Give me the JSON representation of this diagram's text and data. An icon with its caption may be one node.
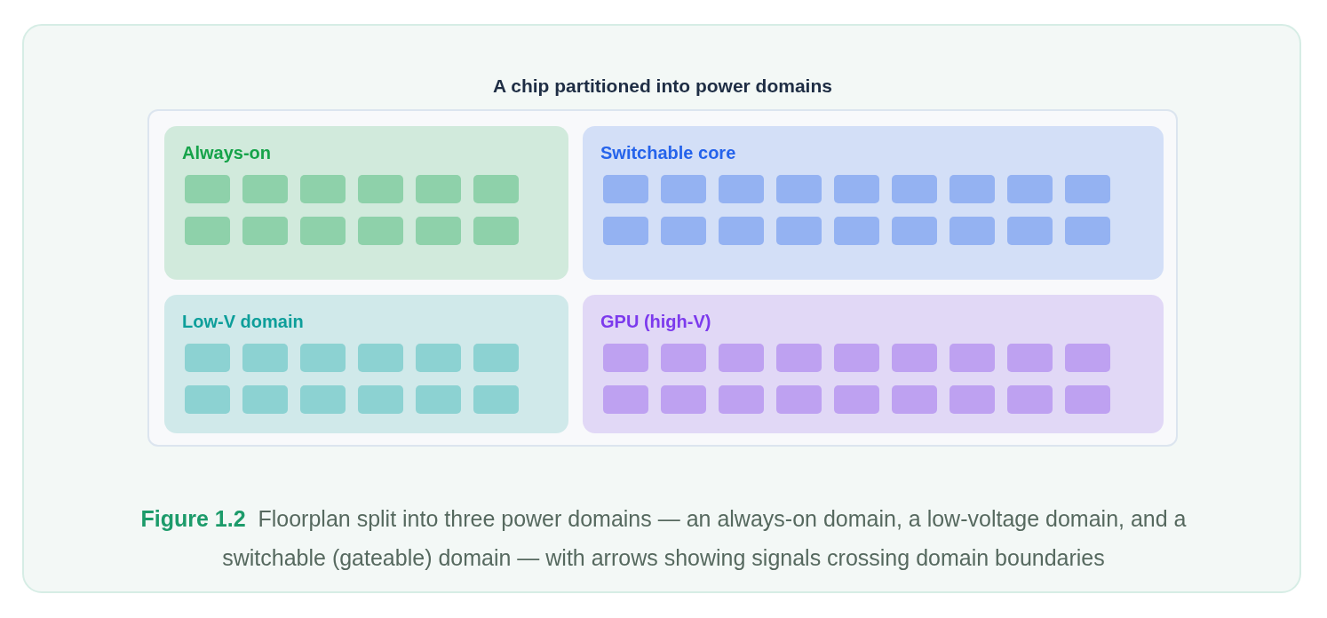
{
  "diagram": {
    "caption": "**Figure 1.2**  Floorplan split into three power domains — an always-on domain, a low-voltage domain, and a switchable (gateable) domain — with arrows showing signals crossing domain boundaries",
    "nodes": [
      {
        "text": [
          "A chip partitioned into power domains"
        ]
      },
      {
        "text": [
          "Always-on"
        ],
        "in": 0
      },
      {
        "text": [],
        "shape": "box",
        "in": 1
      },
      {
        "text": [],
        "shape": "box",
        "in": 1
      },
      {
        "text": [],
        "shape": "box",
        "in": 1
      },
      {
        "text": [],
        "shape": "box",
        "in": 1
      },
      {
        "text": [],
        "shape": "box",
        "in": 1
      },
      {
        "text": [],
        "shape": "box",
        "in": 1
      },
      {
        "text": [],
        "shape": "box",
        "in": 1
      },
      {
        "text": [],
        "shape": "box",
        "in": 1
      },
      {
        "text": [],
        "shape": "box",
        "in": 1
      },
      {
        "text": [],
        "shape": "box",
        "in": 1
      },
      {
        "text": [],
        "shape": "box",
        "in": 1
      },
      {
        "text": [],
        "shape": "box",
        "in": 1
      },
      {
        "text": [
          "Switchable core"
        ],
        "in": 0
      },
      {
        "text": [],
        "shape": "box",
        "in": 14
      },
      {
        "text": [],
        "shape": "box",
        "in": 14
      },
      {
        "text": [],
        "shape": "box",
        "in": 14
      },
      {
        "text": [],
        "shape": "box",
        "in": 14
      },
      {
        "text": [],
        "shape": "box",
        "in": 14
      },
      {
        "text": [],
        "shape": "box",
        "in": 14
      },
      {
        "text": [],
        "shape": "box",
        "in": 14
      },
      {
        "text": [],
        "shape": "box",
        "in": 14
      },
      {
        "text": [],
        "shape": "box",
        "in": 14
      },
      {
        "text": [],
        "shape": "box",
        "in": 14
      },
      {
        "text": [],
        "shape": "box",
        "in": 14
      },
      {
        "text": [],
        "shape": "box",
        "in": 14
      },
      {
        "text": [],
        "shape": "box",
        "in": 14
      },
      {
        "text": [],
        "shape": "box",
        "in": 14
      },
      {
        "text": [],
        "shape": "box",
        "in": 14
      },
      {
        "text": [],
        "shape": "box",
        "in": 14
      },
      {
        "text": [],
        "shape": "box",
        "in": 14
      },
      {
        "text": [],
        "shape": "box",
        "in": 14
      },
      {
        "text": [
          "Low-V domain"
        ],
        "in": 0
      },
      {
        "text": [],
        "shape": "box",
        "in": 33
      },
      {
        "text": [],
        "shape": "box",
        "in": 33
      },
      {
        "text": [],
        "shape": "box",
        "in": 33
      },
      {
        "text": [],
        "shape": "box",
        "in": 33
      },
      {
        "text": [],
        "shape": "box",
        "in": 33
      },
      {
        "text": [],
        "shape": "box",
        "in": 33
      },
      {
        "text": [],
        "shape": "box",
        "in": 33
      },
      {
        "text": [],
        "shape": "box",
        "in": 33
      },
      {
        "text": [],
        "shape": "box",
        "in": 33
      },
      {
        "text": [],
        "shape": "box",
        "in": 33
      },
      {
        "text": [],
        "shape": "box",
        "in": 33
      },
      {
        "text": [],
        "shape": "box",
        "in": 33
      },
      {
        "text": [
          "GPU (high-V)"
        ],
        "in": 0
      },
      {
        "text": [],
        "shape": "box",
        "in": 46
      },
      {
        "text": [],
        "shape": "box",
        "in": 46
      },
      {
        "text": [],
        "shape": "box",
        "in": 46
      },
      {
        "text": [],
        "shape": "box",
        "in": 46
      },
      {
        "text": [],
        "shape": "box",
        "in": 46
      },
      {
        "text": [],
        "shape": "box",
        "in": 46
      },
      {
        "text": [],
        "shape": "box",
        "in": 46
      },
      {
        "text": [],
        "shape": "box",
        "in": 46
      },
      {
        "text": [],
        "shape": "box",
        "in": 46
      },
      {
        "text": [],
        "shape": "box",
        "in": 46
      },
      {
        "text": [],
        "shape": "box",
        "in": 46
      },
      {
        "text": [],
        "shape": "box",
        "in": 46
      },
      {
        "text": [],
        "shape": "box",
        "in": 46
      },
      {
        "text": [],
        "shape": "box",
        "in": 46
      },
      {
        "text": [],
        "shape": "box",
        "in": 46
      },
      {
        "text": [],
        "shape": "box",
        "in": 46
      },
      {
        "text": [],
        "shape": "box",
        "in": 46
      },
      {
        "text": [],
        "shape": "box",
        "in": 46
      }
    ]
  }
}
